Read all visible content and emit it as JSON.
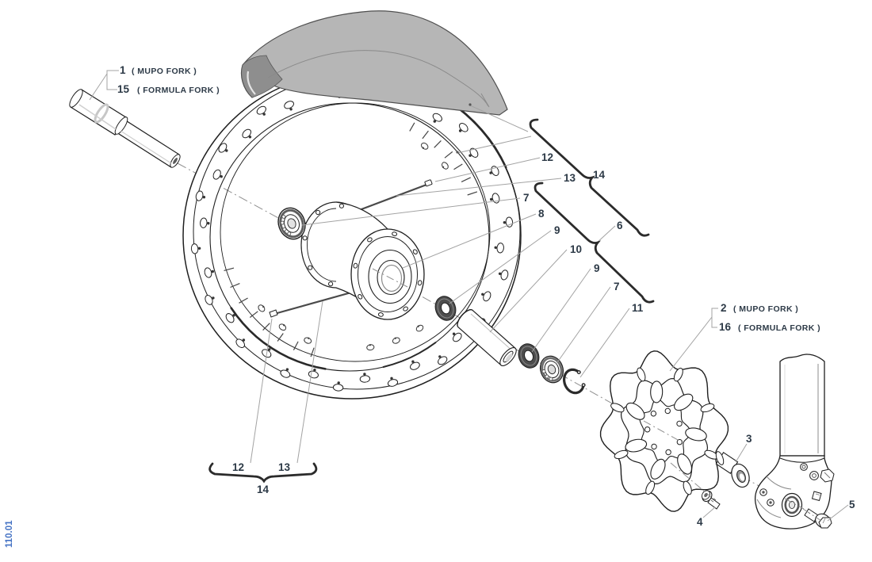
{
  "page": {
    "code": "110.01"
  },
  "colors": {
    "background": "#ffffff",
    "line": "#1f1f1f",
    "leader": "#a3a3a3",
    "label": "#2d3a47",
    "brace": "#2b2b2b",
    "fender_fill": "#b6b6b6",
    "fender_shadow": "#8e8e8e",
    "seal_fill": "#4d4d4d",
    "page_code": "#4472c4"
  },
  "axle_labels": {
    "primary_num": "1",
    "primary_note": "( MUPO FORK )",
    "alt_num": "15",
    "alt_note": "( FORMULA FORK )"
  },
  "disc_labels": {
    "primary_num": "2",
    "primary_note": "( MUPO FORK )",
    "alt_num": "16",
    "alt_note": "( FORMULA FORK )"
  },
  "callouts": {
    "spoke_top": "12",
    "nipple_top": "13",
    "spoke_kit_top": "14",
    "wheel_bearing_left": "7",
    "hub": "8",
    "seal_left": "9",
    "axle_spacer_tube": "10",
    "axle_kit": "6",
    "seal_right": "9",
    "wheel_bearing_right": "7",
    "circlip": "11",
    "spoke_bottom": "12",
    "nipple_bottom": "13",
    "spoke_kit_bottom": "14",
    "disc_spacer": "3",
    "disc_bolt": "4",
    "axle_pinch_bolt": "5"
  }
}
